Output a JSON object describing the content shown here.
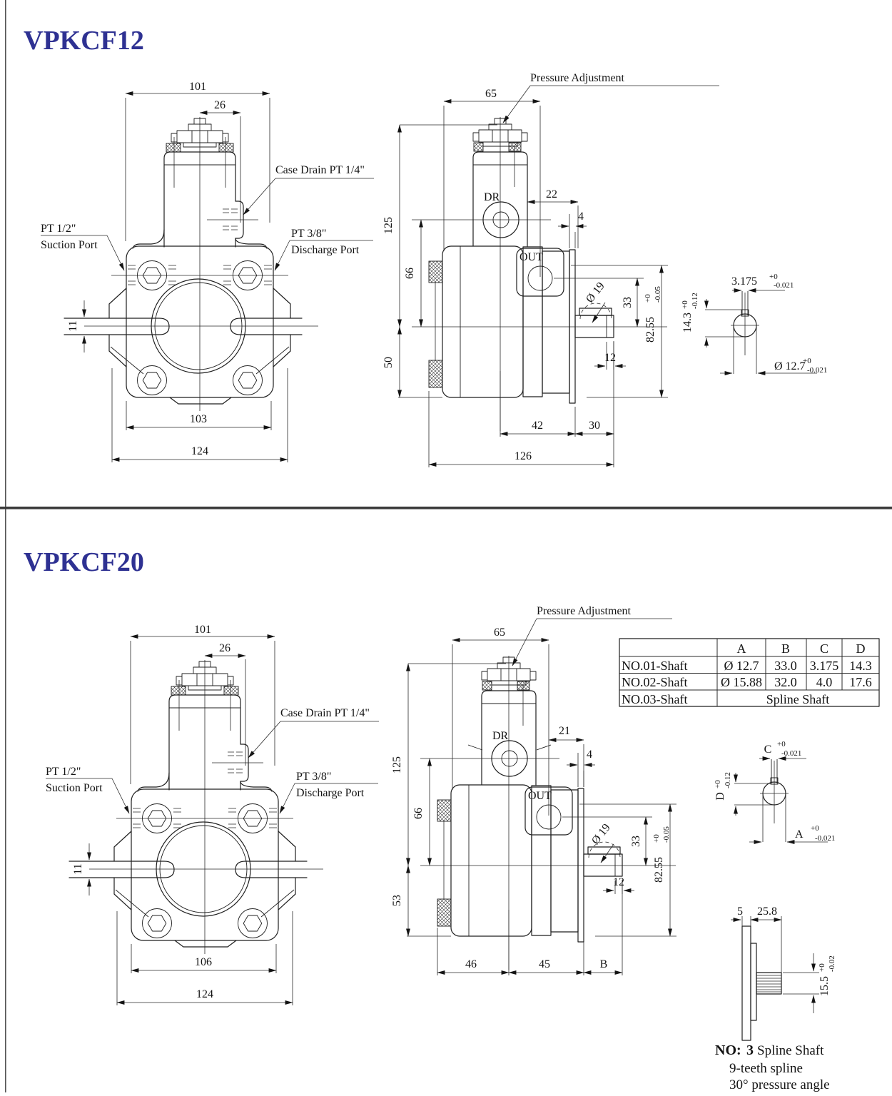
{
  "colors": {
    "title_blue": "#2e3192",
    "line": "#1c1c1c"
  },
  "vpkcf12": {
    "title": "VPKCF12",
    "front": {
      "dim_101": "101",
      "dim_26": "26",
      "dim_11": "11",
      "dim_103": "103",
      "dim_124": "124",
      "case_drain_label": "Case Drain PT 1/4\"",
      "suction_size": "PT 1/2\"",
      "suction_label": "Suction Port",
      "discharge_size": "PT 3/8\"",
      "discharge_label": "Discharge Port"
    },
    "side": {
      "pressure_label": "Pressure Adjustment",
      "dim_65": "65",
      "dim_22": "22",
      "dim_4": "4",
      "dim_125": "125",
      "dim_66": "66",
      "dim_50": "50",
      "port_dr": "DR",
      "port_out": "OUT",
      "dim_dia19": "Ø 19",
      "dim_33": "33",
      "dim_8255": "82.55",
      "tol_8255_plus": "+0",
      "tol_8255_minus": "-0.05",
      "dim_12": "12",
      "dim_42": "42",
      "dim_30": "30",
      "dim_126": "126"
    },
    "shaft": {
      "dim_key_w": "3.175",
      "key_w_plus": "+0",
      "key_w_minus": "-0.021",
      "dim_key_h": "14.3",
      "key_h_plus": "+0",
      "key_h_minus": "-0.12",
      "dim_dia": "Ø 12.7",
      "dia_plus": "+0",
      "dia_minus": "-0.021"
    }
  },
  "vpkcf20": {
    "title": "VPKCF20",
    "front": {
      "dim_101": "101",
      "dim_26": "26",
      "dim_11": "11",
      "dim_106": "106",
      "dim_124": "124",
      "case_drain_label": "Case Drain PT 1/4\"",
      "suction_size": "PT 1/2\"",
      "suction_label": "Suction Port",
      "discharge_size": "PT 3/8\"",
      "discharge_label": "Discharge Port"
    },
    "side": {
      "pressure_label": "Pressure Adjustment",
      "dim_65": "65",
      "dim_21": "21",
      "dim_4": "4",
      "dim_125": "125",
      "dim_66": "66",
      "dim_53": "53",
      "port_dr": "DR",
      "port_out": "OUT",
      "dim_dia19": "Ø 19",
      "dim_33": "33",
      "dim_8255": "82.55",
      "tol_8255_plus": "+0",
      "tol_8255_minus": "-0.05",
      "dim_12": "12",
      "dim_46": "46",
      "dim_45": "45",
      "dim_B": "B"
    },
    "shaft": {
      "dim_c": "C",
      "c_plus": "+0",
      "c_minus": "-0.021",
      "dim_d": "D",
      "d_plus": "+0",
      "d_minus": "-0.12",
      "dim_a": "A",
      "a_plus": "+0",
      "a_minus": "-0.021"
    },
    "spline": {
      "dim_5": "5",
      "dim_258": "25.8",
      "dim_155": "15.5",
      "tol_155_plus": "+0",
      "tol_155_minus": "-0.02",
      "note_no": "NO:",
      "note_num": "3",
      "note_name": "Spline Shaft",
      "note_line2": "9-teeth spline",
      "note_line3": "30° pressure angle"
    }
  },
  "table": {
    "headers": {
      "a": "A",
      "b": "B",
      "c": "C",
      "d": "D"
    },
    "rows": [
      {
        "label": "NO.01-Shaft",
        "a": "Ø 12.7",
        "b": "33.0",
        "c": "3.175",
        "d": "14.3"
      },
      {
        "label": "NO.02-Shaft",
        "a": "Ø 15.88",
        "b": "32.0",
        "c": "4.0",
        "d": "17.6"
      },
      {
        "label": "NO.03-Shaft",
        "merged": "Spline Shaft"
      }
    ]
  }
}
